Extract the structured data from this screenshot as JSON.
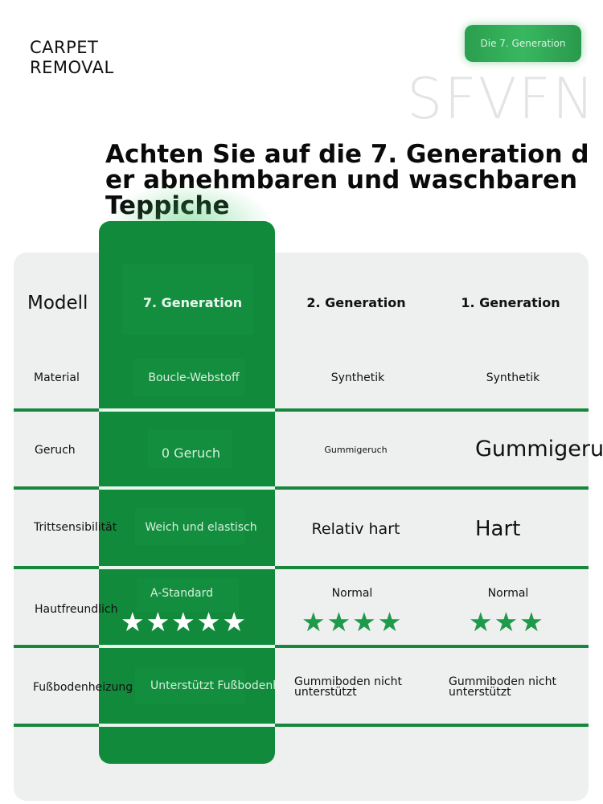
{
  "brand": {
    "line1": "CARPET",
    "line2": "REMOVAL"
  },
  "pill": {
    "label": "Die 7. Generation"
  },
  "watermark": "SFVFN",
  "headline": "Achten Sie auf die 7. Generation der abnehmbaren und waschbaren Teppiche",
  "table": {
    "header": {
      "label": "Modell",
      "col1": "7. Generation",
      "col2": "2. Generation",
      "col3": "1. Generation"
    },
    "rows": [
      {
        "label": "Material",
        "c1": "Boucle-Webstoff",
        "c2": "Synthetik",
        "c3": "Synthetik"
      },
      {
        "label": "Geruch",
        "c1": "0 Geruch",
        "c2": "Gummigeruch",
        "c3": "Gummigeruch"
      },
      {
        "label": "Trittsensibilität",
        "c1": "Weich und elastisch",
        "c2": "Relativ hart",
        "c3": "Hart"
      },
      {
        "label": "Hautfreundlich",
        "c1": "A-Standard",
        "c2": "Normal",
        "c3": "Normal",
        "c1_stars": "★★★★★",
        "c2_stars": "★★★★",
        "c3_stars": "★★★"
      },
      {
        "label": "Fußbodenheizung",
        "c1": "Unterstützt Fußbodenheizung",
        "c2": "Gummiboden nicht unterstützt",
        "c3": "Gummiboden nicht unterstützt"
      }
    ]
  },
  "colors": {
    "green": "#128a3c",
    "panel": "#eef0ef",
    "star_green": "#1f9a4a"
  }
}
